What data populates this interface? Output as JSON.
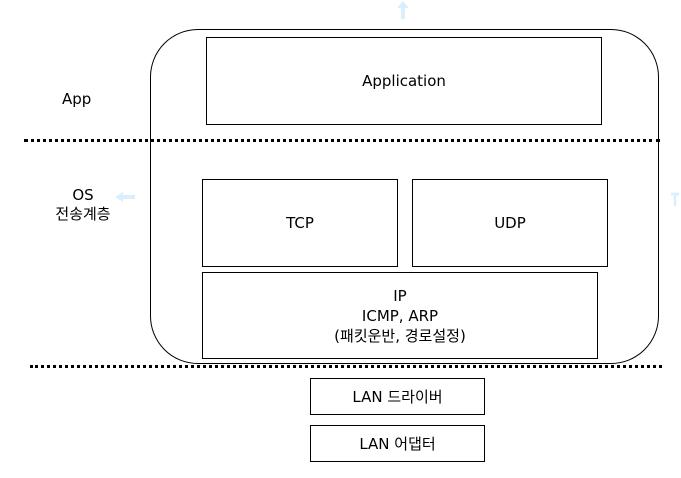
{
  "layers": {
    "app_label": "App",
    "os_label_line1": "OS",
    "os_label_line2": "전송계층"
  },
  "boxes": {
    "application": "Application",
    "tcp": "TCP",
    "udp": "UDP",
    "ip_line1": "IP",
    "ip_line2": "ICMP, ARP",
    "ip_line3": "(패킷운반, 경로설정)",
    "lan_driver": "LAN 드라이버",
    "lan_adapter": "LAN 어댑터"
  },
  "colors": {
    "stroke": "#000000",
    "faint_arrow": "#dbeefb"
  },
  "icons": {
    "top_arrow": "arrow-up-icon",
    "left_arrow": "arrow-left-icon",
    "right_marker": "connector-icon"
  }
}
